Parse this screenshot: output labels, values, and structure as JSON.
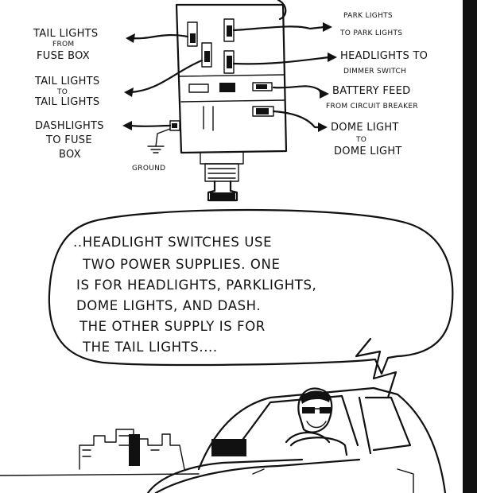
{
  "labels": {
    "tail_from_fuse": [
      "TAIL LIGHTS",
      "FROM",
      "FUSE BOX"
    ],
    "tail_to_tail": [
      "TAIL LIGHTS",
      "TO",
      "TAIL LIGHTS"
    ],
    "dash_to_fuse": [
      "DASHLIGHTS",
      "TO FUSE",
      "BOX"
    ],
    "ground": "GROUND",
    "park": [
      "PARK LIGHTS",
      "TO PARK LIGHTS"
    ],
    "headlights": [
      "HEADLIGHTS TO",
      "DIMMER SWITCH"
    ],
    "battery": [
      "BATTERY FEED",
      "FROM CIRCUIT BREAKER"
    ],
    "dome": [
      "DOME LIGHT",
      "TO",
      "DOME LIGHT"
    ]
  },
  "bubble": {
    "lines": [
      "..HEADLIGHT SWITCHES USE",
      "TWO POWER SUPPLIES. ONE",
      "IS FOR HEADLIGHTS, PARKLIGHTS,",
      "DOME LIGHTS, AND DASH.",
      "THE OTHER SUPPLY IS FOR",
      "THE TAIL LIGHTS...."
    ]
  }
}
